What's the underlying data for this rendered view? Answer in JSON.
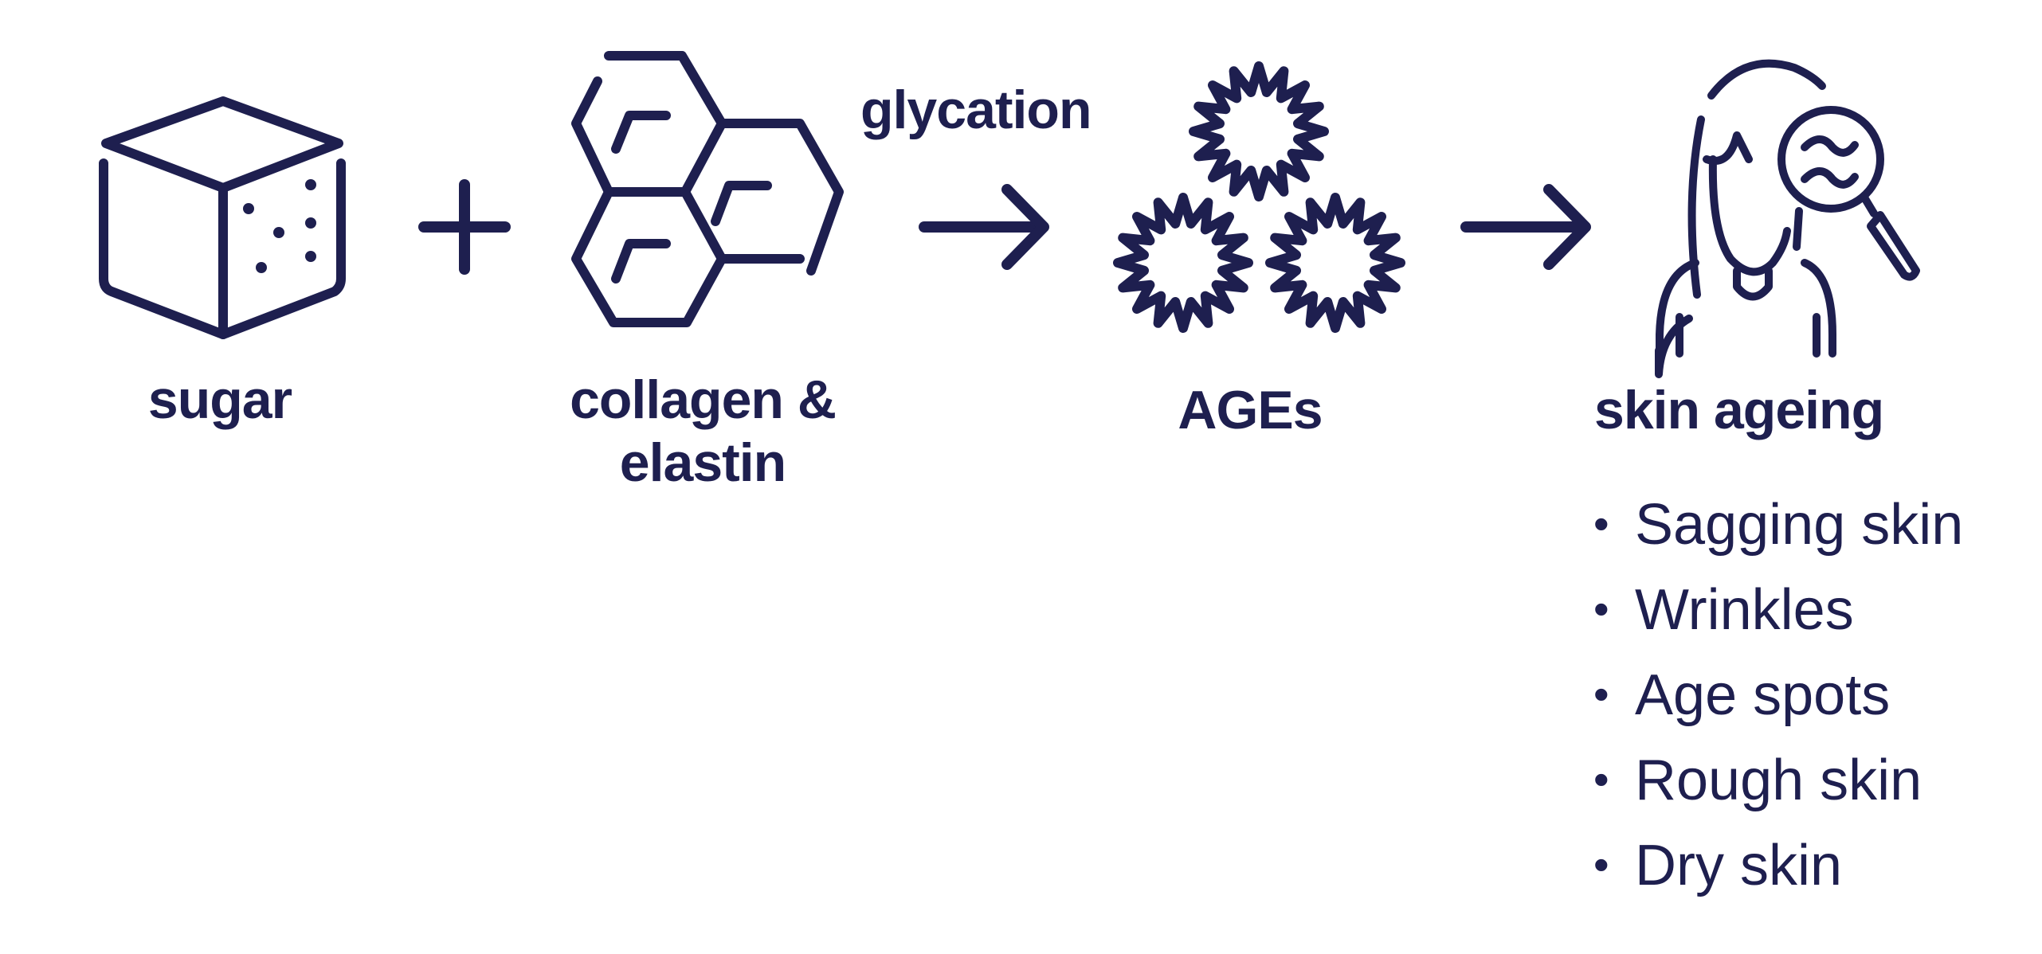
{
  "colors": {
    "ink": "#1e1f4f",
    "background": "#ffffff"
  },
  "nodes": {
    "sugar": {
      "label": "sugar",
      "icon": "sugar-cube-icon"
    },
    "collagen": {
      "label_line1": "collagen &",
      "label_line2": "elastin",
      "icon": "hexagon-molecule-icon"
    },
    "ages": {
      "label": "AGEs",
      "icon": "starburst-cluster-icon"
    },
    "skin": {
      "label": "skin ageing",
      "icon": "woman-magnifier-icon"
    }
  },
  "operators": {
    "plus": "+",
    "process_label": "glycation"
  },
  "effects": [
    "Sagging skin",
    "Wrinkles",
    "Age spots",
    "Rough skin",
    "Dry skin"
  ],
  "bullet": "•"
}
